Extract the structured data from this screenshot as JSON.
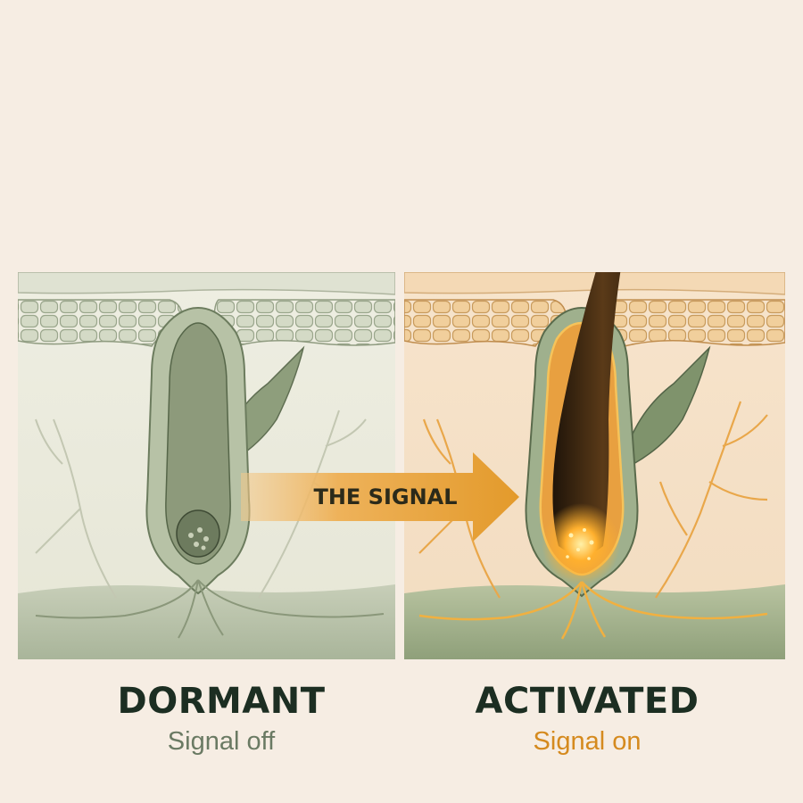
{
  "arrow": {
    "label": "THE SIGNAL",
    "color": "#e8a23c"
  },
  "panels": {
    "dormant": {
      "title": "DORMANT",
      "subtitle": "Signal off"
    },
    "activated": {
      "title": "ACTIVATED",
      "subtitle": "Signal on"
    }
  },
  "colors": {
    "background": "#f6ede3",
    "title_text": "#1c2e22",
    "dormant_accent": "#6a7a63",
    "activated_accent": "#d58a1e",
    "hair_shaft": "#3a2410",
    "signal_glow": "#ffb02e"
  }
}
